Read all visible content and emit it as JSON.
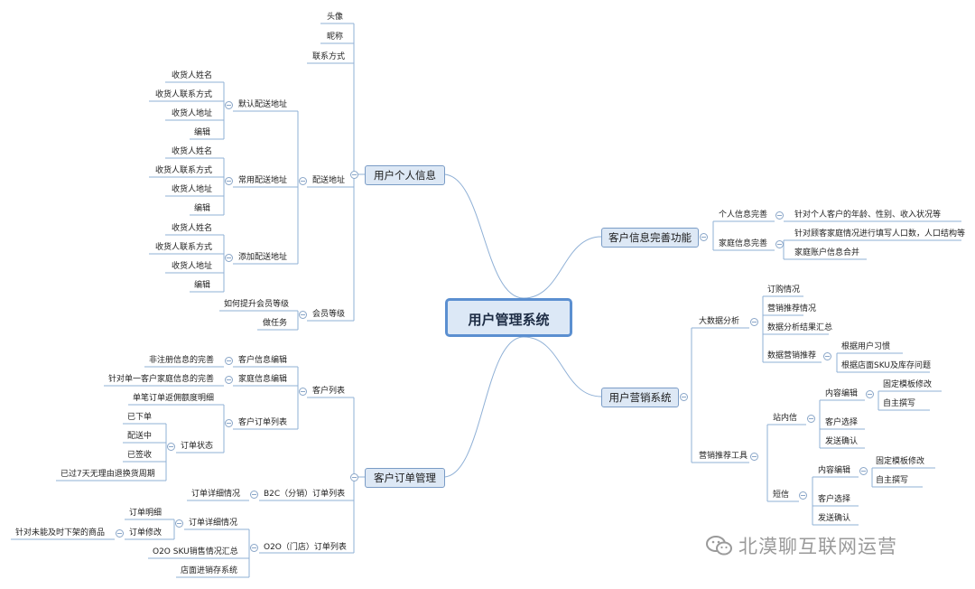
{
  "central": "用户管理系统",
  "branches": {
    "personal": "用户个人信息",
    "order_mgmt": "客户订单管理",
    "info_complete": "客户信息完善功能",
    "marketing": "用户营销系统"
  },
  "personal": {
    "avatar": "头像",
    "nickname": "昵称",
    "contact": "联系方式",
    "address": "配送地址",
    "default_addr": "默认配送地址",
    "common_addr": "常用配送地址",
    "add_addr": "添加配送地址",
    "receiver_name": "收货人姓名",
    "receiver_phone": "收货人联系方式",
    "receiver_addr": "收货人地址",
    "edit": "编辑",
    "member_level": "会员等级",
    "upgrade": "如何提升会员等级",
    "tasks": "做任务"
  },
  "order": {
    "customer_list": "客户列表",
    "cust_edit": "客户信息编辑",
    "non_reg": "非注册信息的完善",
    "family_edit": "家庭信息编辑",
    "single_family": "针对单一客户家庭信息的完善",
    "cust_orders": "客户订单列表",
    "rebate": "单笔订单返佣额度明细",
    "order_status": "订单状态",
    "placed": "已下单",
    "delivering": "配送中",
    "signed": "已签收",
    "closed": "已过7天无理由退换货周期",
    "b2c": "B2C（分销）订单列表",
    "b2c_detail": "订单详细情况",
    "o2o": "O2O（门店）订单列表",
    "o2o_detail": "订单详细情况",
    "order_items": "订单明细",
    "order_modify": "订单修改",
    "unshelved": "针对未能及时下架的商品",
    "sku_summary": "O2O SKU销售情况汇总",
    "store_system": "店面进销存系统"
  },
  "info": {
    "personal_complete": "个人信息完善",
    "personal_desc": "针对个人客户的年龄、性别、收入状况等",
    "family_complete": "家庭信息完善",
    "family_desc": "针对顾客家庭情况进行填写人口数，人口结构等",
    "family_merge": "家庭账户信息合并"
  },
  "marketing": {
    "big_data": "大数据分析",
    "order_info": "订购情况",
    "rec_info": "营销推荐情况",
    "summary": "数据分析结果汇总",
    "data_rec": "数据营销推荐",
    "habits": "根据用户习惯",
    "sku_stock": "根据店面SKU及库存问题",
    "tools": "营销推荐工具",
    "inbox": "站内信",
    "content_edit": "内容编辑",
    "fixed_template": "固定模板修改",
    "self_write": "自主撰写",
    "cust_select": "客户选择",
    "send_confirm": "发送确认",
    "sms": "短信",
    "content_edit2": "内容编辑",
    "fixed_template2": "固定模板修改",
    "self_write2": "自主撰写",
    "cust_select2": "客户选择",
    "send_confirm2": "发送确认"
  },
  "watermark": "北漠聊互联网运营",
  "colors": {
    "line": "#8fb0d6",
    "node_fill": "#dde8f5",
    "node_border": "#7a9cc6",
    "central_border": "#5b8fd0"
  }
}
